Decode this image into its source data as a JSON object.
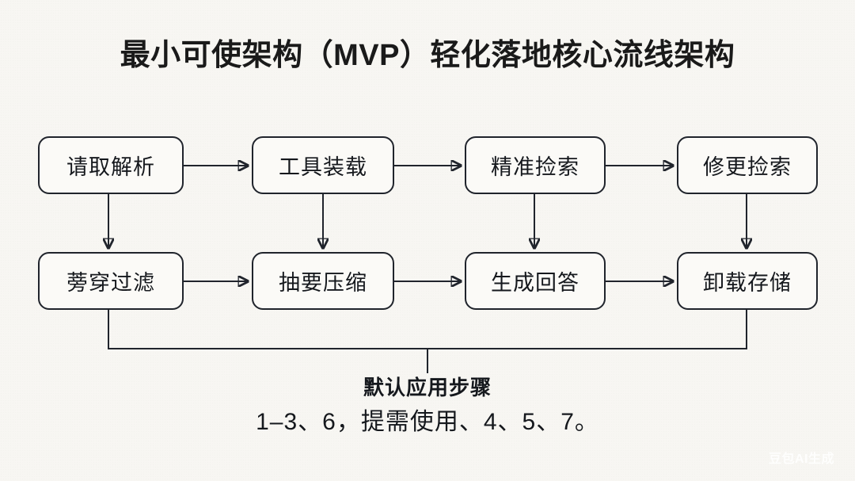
{
  "page": {
    "title": "最小可使架构（MVP）轻化落地核心流线架构",
    "background_color": "#f7f6f2",
    "line_color": "#20242c",
    "node_fill": "#fbfaf7",
    "text_color": "#15181d"
  },
  "diagram": {
    "type": "flowchart",
    "rows": 2,
    "columns": 4,
    "nodes": [
      {
        "id": 1,
        "label": "请取解析",
        "row": 1,
        "col": 1
      },
      {
        "id": 2,
        "label": "工具装载",
        "row": 1,
        "col": 2
      },
      {
        "id": 3,
        "label": "精准捡索",
        "row": 1,
        "col": 3
      },
      {
        "id": 4,
        "label": "修更捡索",
        "row": 1,
        "col": 4
      },
      {
        "id": 5,
        "label": "蒡穿过滤",
        "row": 2,
        "col": 1
      },
      {
        "id": 6,
        "label": "抽要压缩",
        "row": 2,
        "col": 2
      },
      {
        "id": 7,
        "label": "生成回答",
        "row": 2,
        "col": 3
      },
      {
        "id": 8,
        "label": "卸载存储",
        "row": 2,
        "col": 4
      }
    ],
    "edges": [
      {
        "from": 1,
        "to": 2,
        "direction": "right"
      },
      {
        "from": 2,
        "to": 3,
        "direction": "right"
      },
      {
        "from": 3,
        "to": 4,
        "direction": "right"
      },
      {
        "from": 1,
        "to": 5,
        "direction": "down"
      },
      {
        "from": 2,
        "to": 6,
        "direction": "down"
      },
      {
        "from": 3,
        "to": 7,
        "direction": "down"
      },
      {
        "from": 4,
        "to": 8,
        "direction": "down"
      },
      {
        "from": 5,
        "to": 6,
        "direction": "right"
      },
      {
        "from": 6,
        "to": 7,
        "direction": "right"
      },
      {
        "from": 7,
        "to": 8,
        "direction": "right"
      },
      {
        "from": 5,
        "to": "caption",
        "direction": "bracket"
      },
      {
        "from": 8,
        "to": "caption",
        "direction": "bracket"
      }
    ]
  },
  "caption": {
    "heading": "默认应用步骤",
    "detail": "1–3、6，提需使用、4、5、7。"
  },
  "watermark": {
    "label": "豆包AI生成"
  }
}
